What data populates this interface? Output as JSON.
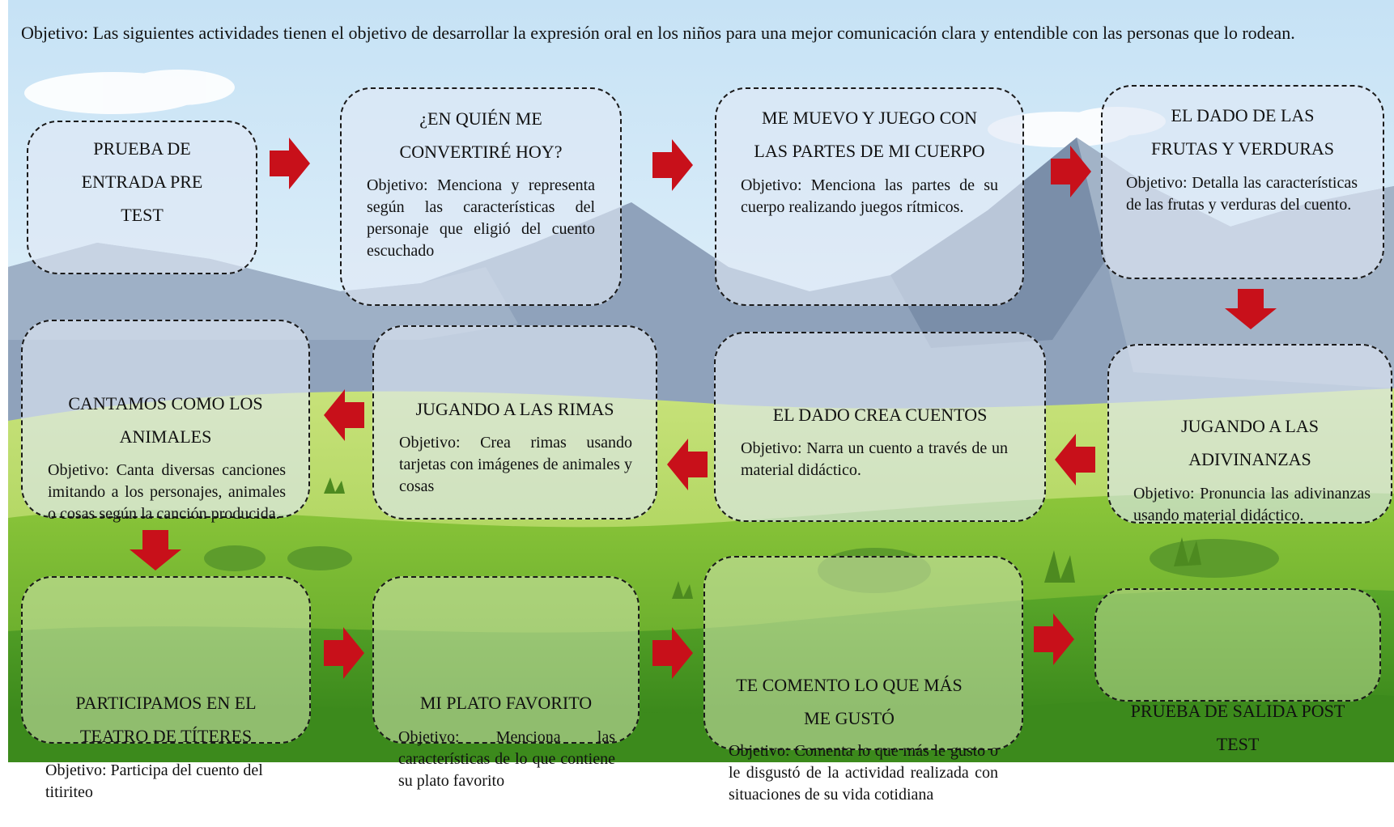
{
  "header": {
    "objective": "Objetivo: Las siguientes actividades tienen el objetivo de desarrollar la expresión oral en los niños para una mejor comunicación clara y entendible con las personas que lo rodean."
  },
  "colors": {
    "arrow": "#c8101a",
    "sky_top": "#cfe6f7",
    "mountain": "#7f93ad",
    "grass": "#7cb833",
    "border": "#1a1a1a"
  },
  "activities": [
    {
      "title": "PRUEBA DE\nENTRADA PRE\nTEST",
      "description": ""
    },
    {
      "title": "¿EN QUIÉN ME\nCONVERTIRÉ HOY?",
      "description": "Objetivo: Menciona y representa según las características del personaje que eligió del cuento escuchado"
    },
    {
      "title": "ME MUEVO Y JUEGO CON\nLAS PARTES DE MI CUERPO",
      "description": "Objetivo: Menciona las partes de su cuerpo realizando juegos rítmicos."
    },
    {
      "title": "EL DADO DE LAS\nFRUTAS Y VERDURAS",
      "description": "Objetivo: Detalla las características de las frutas y verduras del cuento."
    },
    {
      "title": "JUGANDO A LAS\nADIVINANZAS",
      "description": "Objetivo: Pronuncia las adivinanzas usando material didáctico."
    },
    {
      "title": "EL DADO CREA CUENTOS",
      "description": "Objetivo: Narra un cuento a través de un material didáctico."
    },
    {
      "title": "JUGANDO A LAS RIMAS",
      "description": "Objetivo: Crea rimas usando tarjetas con imágenes de animales y cosas"
    },
    {
      "title": "CANTAMOS COMO LOS\nANIMALES",
      "description": "Objetivo: Canta diversas canciones imitando a los personajes, animales o cosas según la canción producida."
    },
    {
      "title": "PARTICIPAMOS EN EL\nTEATRO DE TÍTERES",
      "description": "Objetivo: Participa del cuento del titiriteo"
    },
    {
      "title": "MI PLATO FAVORITO",
      "description": "Objetivo: Menciona las características de lo que contiene su plato favorito"
    },
    {
      "title": "TE COMENTO LO QUE MÁS\nME GUSTÓ",
      "description": "Objetivo: Comenta lo que más le gusto o le disgustó de la actividad realizada con situaciones de su vida cotidiana"
    },
    {
      "title": "PRUEBA DE SALIDA POST\nTEST",
      "description": ""
    }
  ]
}
